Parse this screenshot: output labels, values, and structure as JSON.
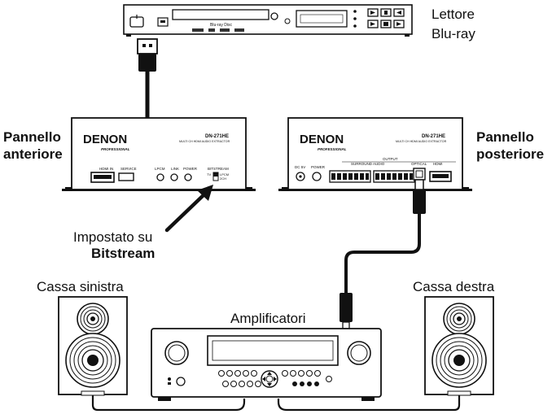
{
  "labels": {
    "player_line1": "Lettore",
    "player_line2": "Blu-ray",
    "front_line1": "Pannello",
    "front_line2": "anteriore",
    "rear_line1": "Pannello",
    "rear_line2": "posteriore",
    "set_line1": "Impostato su",
    "set_line2": "Bitstream",
    "left_speaker": "Cassa sinistra",
    "right_speaker": "Cassa destra",
    "amplifier": "Amplificatori"
  },
  "device_text": {
    "brand": "DENON",
    "brand_sub": "PROFESSIONAL",
    "model": "DN-271HE",
    "model_sub": "MULTI CH HDMI AUDIO EXTRACTOR",
    "hdmi_in": "HDMI IN",
    "service": "SERVICE",
    "lpcm": "LPCM",
    "link": "LINK",
    "power": "POWER",
    "bitstream": "BITSTREAM",
    "dc": "DC 5V",
    "output": "OUTPUT",
    "surround": "SURROUND AUDIO",
    "optical": "OPTICAL",
    "hdmi": "HDMI"
  }
}
